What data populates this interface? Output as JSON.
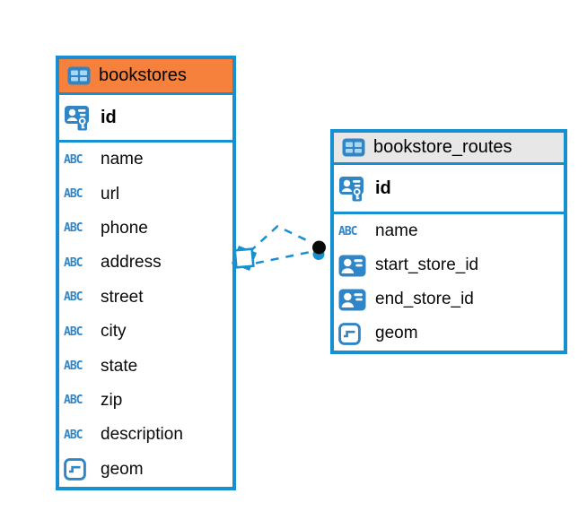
{
  "colors": {
    "table_border": "#1790D2",
    "icon_blue": "#2F85C6",
    "bookstores_header": "#F6813C",
    "routes_header": "#E7E7E7",
    "relationship_line": "#1790D2",
    "relationship_dot": "#0A0A0A",
    "text": "#0A0A0A"
  },
  "type_icon_labels": {
    "text": "ABC"
  },
  "tables": [
    {
      "title": "bookstores",
      "title_icon": "table-icon",
      "header_color": "#F6813C",
      "primary_key": {
        "name": "id",
        "icon": "primary-key-icon"
      },
      "fields": [
        {
          "name": "name",
          "icon": "text-type-icon"
        },
        {
          "name": "url",
          "icon": "text-type-icon"
        },
        {
          "name": "phone",
          "icon": "text-type-icon"
        },
        {
          "name": "address",
          "icon": "text-type-icon"
        },
        {
          "name": "street",
          "icon": "text-type-icon"
        },
        {
          "name": "city",
          "icon": "text-type-icon"
        },
        {
          "name": "state",
          "icon": "text-type-icon"
        },
        {
          "name": "zip",
          "icon": "text-type-icon"
        },
        {
          "name": "description",
          "icon": "text-type-icon"
        },
        {
          "name": "geom",
          "icon": "geometry-type-icon"
        }
      ]
    },
    {
      "title": "bookstore_routes",
      "title_icon": "table-icon",
      "header_color": "#E7E7E7",
      "primary_key": {
        "name": "id",
        "icon": "primary-key-icon"
      },
      "fields": [
        {
          "name": "name",
          "icon": "text-type-icon"
        },
        {
          "name": "start_store_id",
          "icon": "foreign-key-icon"
        },
        {
          "name": "end_store_id",
          "icon": "foreign-key-icon"
        },
        {
          "name": "geom",
          "icon": "geometry-type-icon"
        }
      ]
    }
  ],
  "relationship": {
    "style": "dashed",
    "from_table": "bookstore_routes",
    "to_table": "bookstores",
    "line_count": 2,
    "end_marker_left": "diamond",
    "end_marker_right": "dot"
  }
}
